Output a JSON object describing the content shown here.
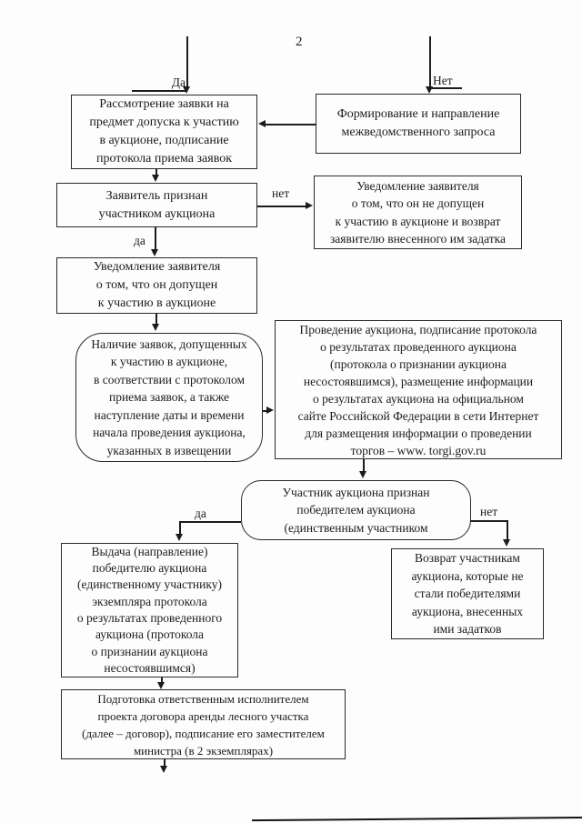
{
  "page": {
    "number": "2"
  },
  "colors": {
    "ink": "#1c1c1c",
    "paper": "#fdfdfd"
  },
  "flowchart": {
    "branch_labels": {
      "yes_top": "Да",
      "no_top": "Нет",
      "no_applicant": "нет",
      "yes_applicant": "да",
      "yes_winner": "да",
      "no_winner": "нет"
    },
    "nodes": {
      "review_application": {
        "text": "Рассмотрение заявки на\nпредмет допуска к участию\nв аукционе, подписание\nпротокола приема заявок"
      },
      "interagency_request": {
        "text": "Формирование и направление\nмежведомственного запроса"
      },
      "applicant_recognized": {
        "text": "Заявитель признан\nучастником аукциона"
      },
      "notice_not_admitted": {
        "text": "Уведомление заявителя\nо том, что он не допущен\nк участию в аукционе и возврат\nзаявителю внесенного им задатка"
      },
      "notice_admitted": {
        "text": "Уведомление заявителя\nо том, что он допущен\nк участию в аукционе"
      },
      "bids_present_condition": {
        "text": "Наличие заявок, допущенных\nк участию в аукционе,\nв соответствии с протоколом\nприема заявок, а также\nнаступление даты и времени\nначала проведения аукциона,\nуказанных в извещении"
      },
      "auction_held": {
        "text": "Проведение аукциона, подписание протокола\nо результатах проведенного аукциона\n(протокола о признании аукциона\nнесостоявшимся), размещение информации\nо результатах аукциона на официальном\nсайте Российской Федерации в сети Интернет\nдля размещения информации о проведении\nторгов – www. torgi.gov.ru"
      },
      "winner_condition": {
        "text": "Участник аукциона признан\nпобедителем аукциона\n(единственным участником"
      },
      "protocol_handover": {
        "text": "Выдача (направление)\nпобедителю аукциона\n(единственному участнику)\nэкземпляра протокола\nо результатах проведенного\nаукциона (протокола\nо признании аукциона\nнесостоявшимся)"
      },
      "deposits_return": {
        "text": "Возврат участникам\nаукциона, которые не\nстали победителями\nаукциона, внесенных\nими задатков"
      },
      "contract_preparation": {
        "text": "Подготовка ответственным исполнителем\nпроекта договора аренды лесного участка\n(далее – договор), подписание его заместителем\nминистра (в 2 экземплярах)"
      }
    }
  }
}
